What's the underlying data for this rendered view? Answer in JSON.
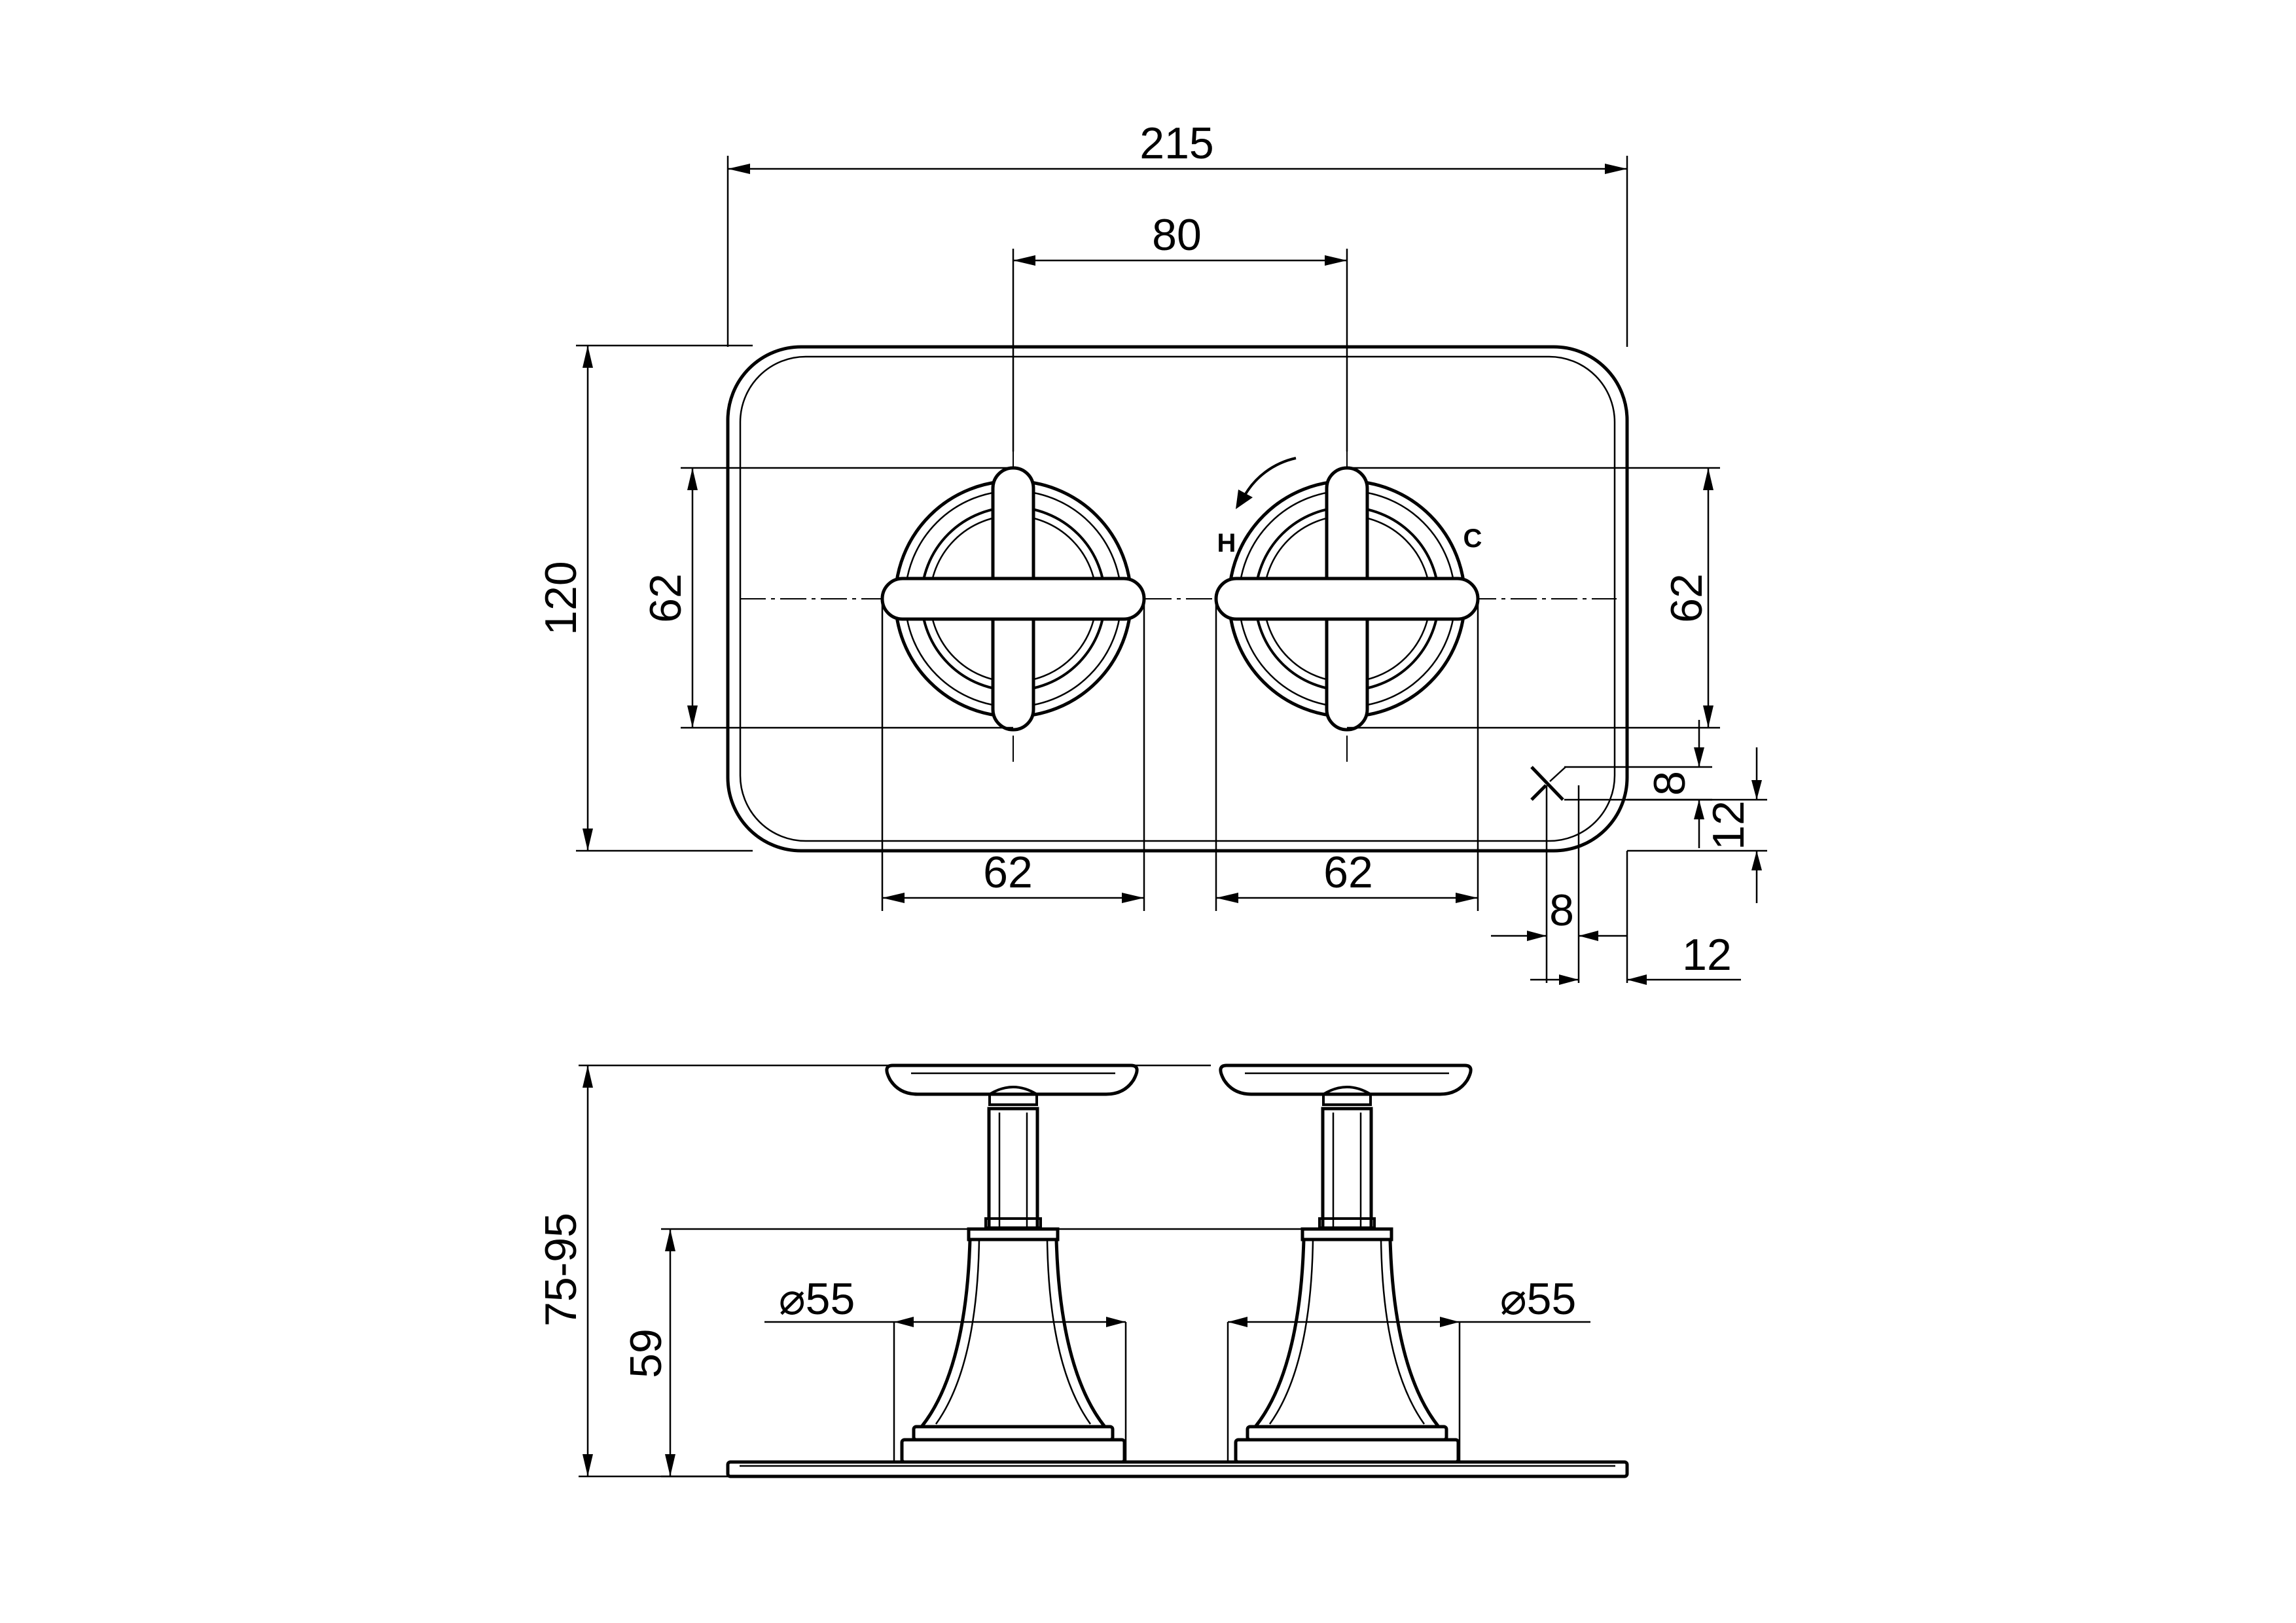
{
  "top_view": {
    "dimensions": {
      "overall_width": "215",
      "handle_spacing": "80",
      "plate_height": "120",
      "handle_height_left": "62",
      "handle_height_right": "62",
      "handle_width_left": "62",
      "handle_width_right": "62",
      "logo_offset_vertical": "8",
      "corner_offset_vertical": "12",
      "logo_offset_horizontal": "8",
      "corner_offset_horizontal": "12"
    },
    "markers": {
      "hot": "H",
      "cold": "C"
    }
  },
  "side_view": {
    "dimensions": {
      "projection_range": "75-95",
      "body_height": "59",
      "base_diameter_left": "⌀55",
      "base_diameter_right": "⌀55"
    }
  }
}
